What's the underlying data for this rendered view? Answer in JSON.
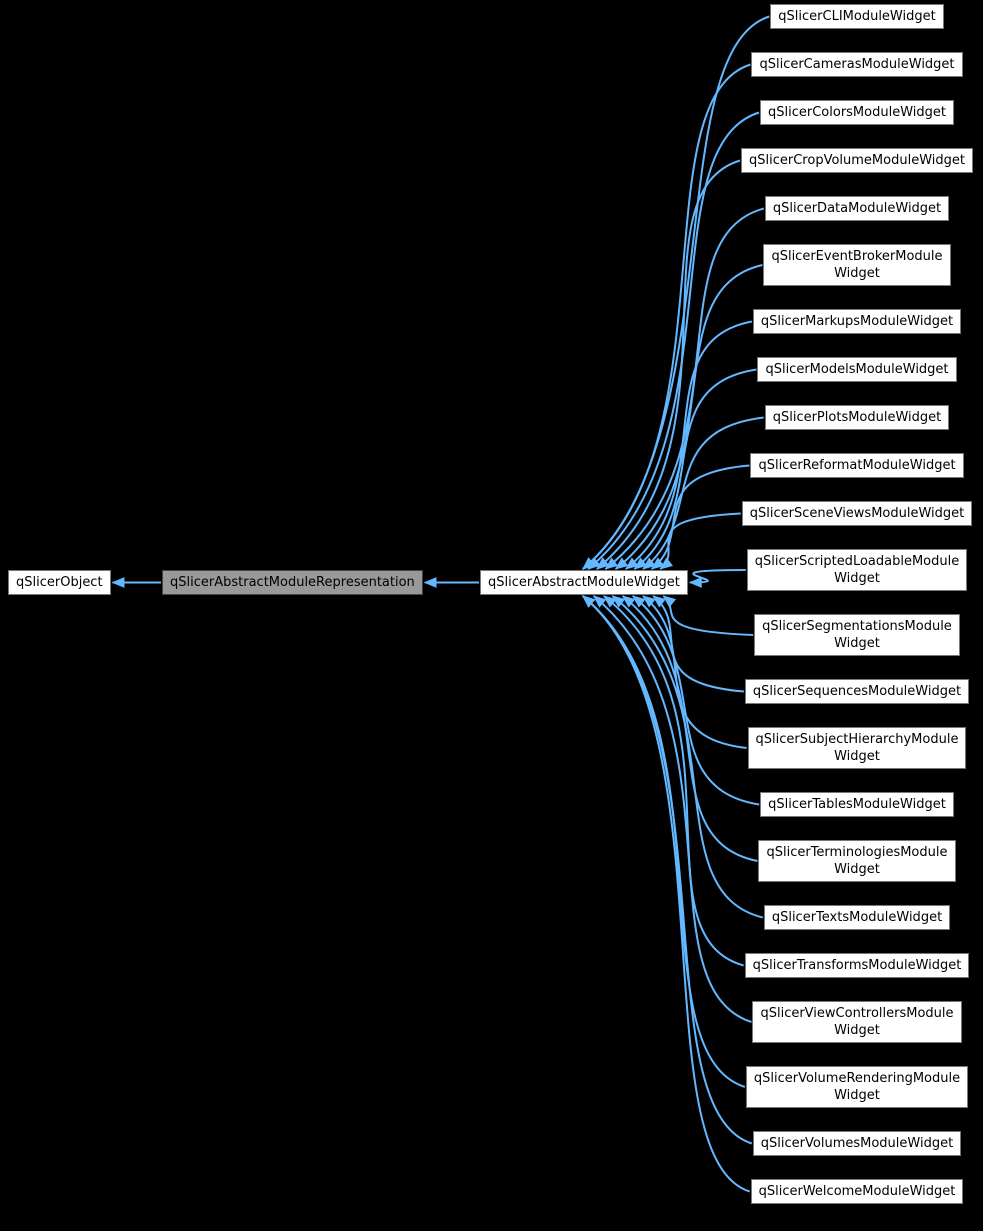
{
  "diagram": {
    "title": "qSlicerAbstractModuleWidget inheritance graph",
    "colors": {
      "background": "#000000",
      "box_fill": "#ffffff",
      "box_border": "#777777",
      "box_text": "#000000",
      "highlight_fill": "#999999",
      "highlight_border": "#444444",
      "arrow": "#63b8ff"
    },
    "chain": [
      {
        "label": "qSlicerObject"
      },
      {
        "label": "qSlicerAbstractModuleRepresentation",
        "highlight": true
      },
      {
        "label": "qSlicerAbstractModuleWidget"
      }
    ],
    "derived": [
      {
        "label": "qSlicerCLIModuleWidget"
      },
      {
        "label": "qSlicerCamerasModuleWidget"
      },
      {
        "label": "qSlicerColorsModuleWidget"
      },
      {
        "label": "qSlicerCropVolumeModuleWidget"
      },
      {
        "label": "qSlicerDataModuleWidget"
      },
      {
        "label": "qSlicerEventBrokerModule\nWidget"
      },
      {
        "label": "qSlicerMarkupsModuleWidget"
      },
      {
        "label": "qSlicerModelsModuleWidget"
      },
      {
        "label": "qSlicerPlotsModuleWidget"
      },
      {
        "label": "qSlicerReformatModuleWidget"
      },
      {
        "label": "qSlicerSceneViewsModuleWidget"
      },
      {
        "label": "qSlicerScriptedLoadableModule\nWidget"
      },
      {
        "label": "qSlicerSegmentationsModule\nWidget"
      },
      {
        "label": "qSlicerSequencesModuleWidget"
      },
      {
        "label": "qSlicerSubjectHierarchyModule\nWidget"
      },
      {
        "label": "qSlicerTablesModuleWidget"
      },
      {
        "label": "qSlicerTerminologiesModule\nWidget"
      },
      {
        "label": "qSlicerTextsModuleWidget"
      },
      {
        "label": "qSlicerTransformsModuleWidget"
      },
      {
        "label": "qSlicerViewControllersModule\nWidget"
      },
      {
        "label": "qSlicerVolumeRenderingModule\nWidget"
      },
      {
        "label": "qSlicerVolumesModuleWidget"
      },
      {
        "label": "qSlicerWelcomeModuleWidget"
      }
    ]
  }
}
